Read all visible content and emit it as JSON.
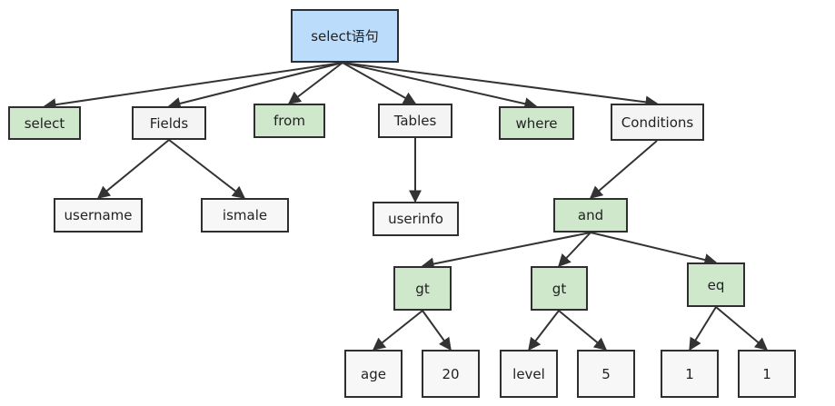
{
  "colors": {
    "root_fill": "#bcdcfb",
    "keyword_fill": "#cfe8cc",
    "node_fill": "#f4f4f4",
    "border": "#2f2f2f",
    "edge": "#333333"
  },
  "nodes": {
    "root": "select语句",
    "select": "select",
    "fields": "Fields",
    "from": "from",
    "tables": "Tables",
    "where": "where",
    "conditions": "Conditions",
    "username": "username",
    "ismale": "ismale",
    "userinfo": "userinfo",
    "and": "and",
    "gt1": "gt",
    "gt2": "gt",
    "eq": "eq",
    "age": "age",
    "v20": "20",
    "level": "level",
    "v5": "5",
    "one_a": "1",
    "one_b": "1"
  }
}
